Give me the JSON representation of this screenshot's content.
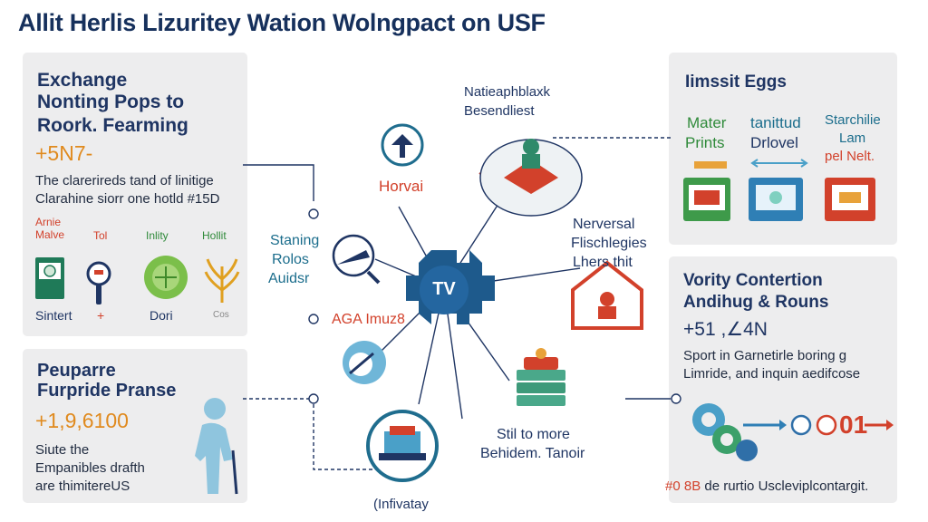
{
  "title": "Allit Herlis Lizuritey Wation Wolngpact on USF",
  "panels": {
    "top_left": {
      "heading_line1": "Exchange",
      "heading_line2": "Nonting Pops to",
      "heading_line3": "Roork. Fearming",
      "number": "+5N7-",
      "text_line1": "The clarerireds tand of linitige",
      "text_line2": "Clarahine siorr one hotld #15D",
      "icons": [
        {
          "label_top": "Arnie\nMalve",
          "label_bottom": "Sintert",
          "icon": "chart-card-icon"
        },
        {
          "label_top": "Tol",
          "label_bottom": "+",
          "icon": "magnifier-icon"
        },
        {
          "label_top": "Inlity",
          "label_bottom": "Dori",
          "icon": "globe-leaf-icon"
        },
        {
          "label_top": "Hollit",
          "label_bottom": "Cos",
          "icon": "wheat-icon"
        }
      ]
    },
    "bottom_left": {
      "heading_line1": "Peuparre",
      "heading_line2": "Furpride Pranse",
      "number": "+1,9,6100",
      "text_line1": "Siute the",
      "text_line2": "Empanibles drafth",
      "text_line3": "are thimitereUS"
    },
    "top_right": {
      "heading": "Iimssit Eggs",
      "col1_line1": "Mater",
      "col1_line2": "Prints",
      "col2_line1": "tanittud",
      "col2_line2": "Drlovel",
      "col3_line1": "Starchilie",
      "col3_line2": "Lam",
      "col3_line3": "pel Nelt."
    },
    "bottom_right": {
      "heading_line1": "Vority Contertion",
      "heading_line2": "Andihug & Rouns",
      "number": "+51 ,∠4N",
      "text_line1": "Sport in Garnetirle boring g",
      "text_line2": "Limride, and inquin aedifcose",
      "flow_label": "01"
    }
  },
  "center": {
    "hub_label": "TV",
    "node_top_label_line1": "Natieaphblaxk",
    "node_top_label_line2": "Besendliest",
    "node_horvai": "Horvai",
    "node_left_line1": "Staning",
    "node_left_line2": "Rolos",
    "node_left_line3": "Auidsr",
    "node_right_line1": "Nerversal",
    "node_right_line2": "Flischlegies",
    "node_right_line3": "Lhers thit",
    "node_mid_left": "AGA Imuz8",
    "node_bottom_right_line1": "Stil to more",
    "node_bottom_right_line2": "Behidem. Tanoir",
    "node_bottom": "(Infivatay"
  },
  "footer": {
    "accent": "#0 8B",
    "text": " de rurtio Uscleviplcontargit."
  },
  "colors": {
    "navy": "#1f3563",
    "orange": "#e08a1e",
    "red": "#d2412b",
    "teal": "#1b6d8c",
    "hub": "#1e5a8c",
    "panel": "#ededee"
  }
}
